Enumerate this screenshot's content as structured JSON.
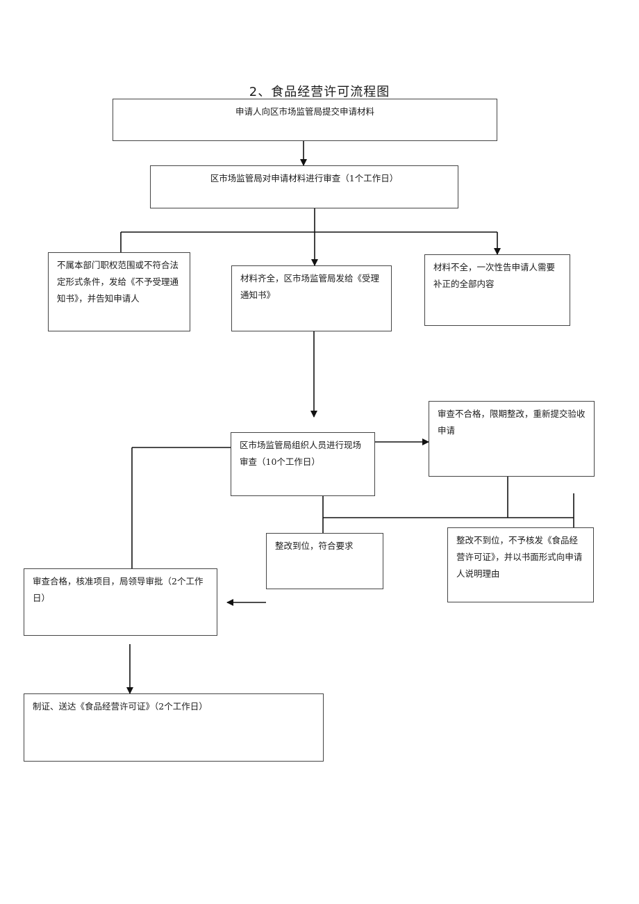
{
  "title": "2、食品经营许可流程图",
  "nodes": {
    "submit": "申请人向区市场监管局提交申请材料",
    "review": "区市场监管局对申请材料进行审查（1个工作日）",
    "reject": "不属本部门职权范围或不符合法定形式条件，发给《不予受理通知书》，并告知申请人",
    "accept": "材料齐全，区市场监管局发给《受理通知书》",
    "incomplete": "材料不全，一次性告申请人需要补正的全部内容",
    "onsite": "区市场监管局组织人员进行现场审查（10个工作日）",
    "fail_rectify": "审查不合格，限期整改，重新提交验收申请",
    "rectified_ok": "整改到位，符合要求",
    "rectified_fail": "整改不到位，不予核发《食品经营许可证》，并以书面形式向申请人说明理由",
    "approve": "审查合格，核准项目，局领导审批（2个工作日）",
    "issue": "制证、送达《食品经营许可证》（2个工作日）"
  }
}
